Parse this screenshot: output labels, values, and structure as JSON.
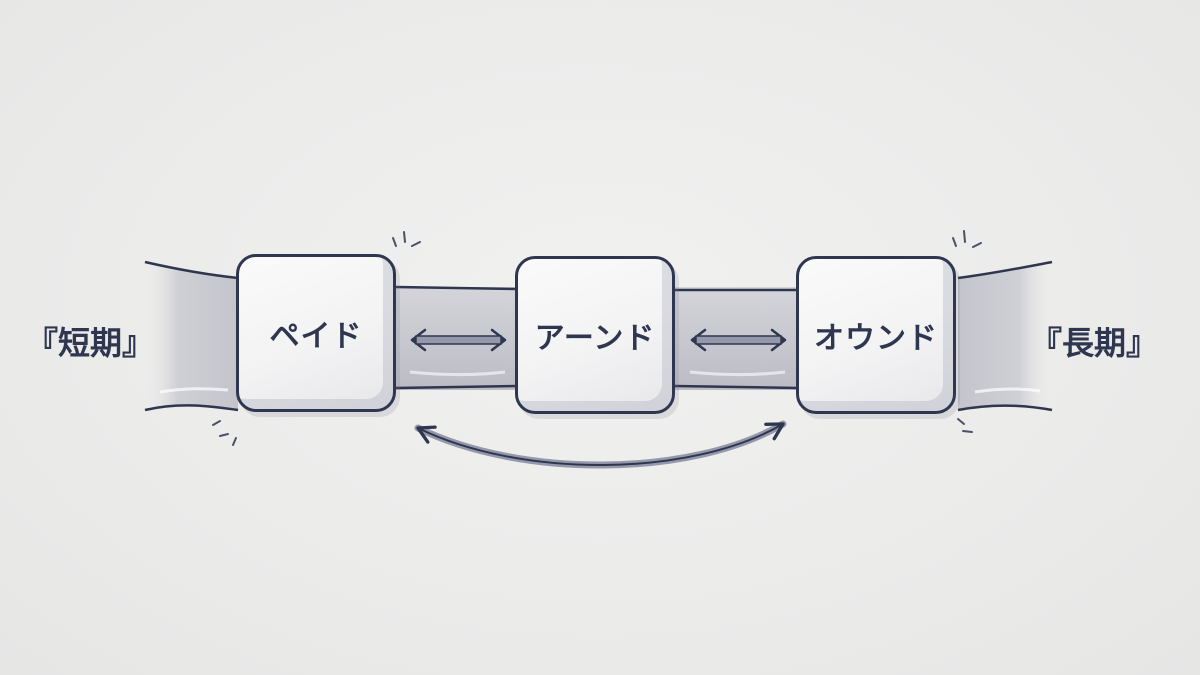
{
  "labels": {
    "left": "『短期』",
    "right": "『長期』"
  },
  "nodes": [
    {
      "id": "paid",
      "label": "ペイド"
    },
    {
      "id": "earned",
      "label": "アーンド"
    },
    {
      "id": "owned",
      "label": "オウンド"
    }
  ],
  "connections": [
    {
      "from": "paid",
      "to": "earned",
      "direction": "bidirectional",
      "style": "straight"
    },
    {
      "from": "earned",
      "to": "owned",
      "direction": "bidirectional",
      "style": "straight"
    },
    {
      "from": "paid",
      "to": "owned",
      "direction": "bidirectional",
      "style": "curved"
    }
  ],
  "colors": {
    "outline": "#2f3650",
    "band": "#c9c9d0",
    "arrow": "#8d91a3",
    "background": "#ececec"
  }
}
